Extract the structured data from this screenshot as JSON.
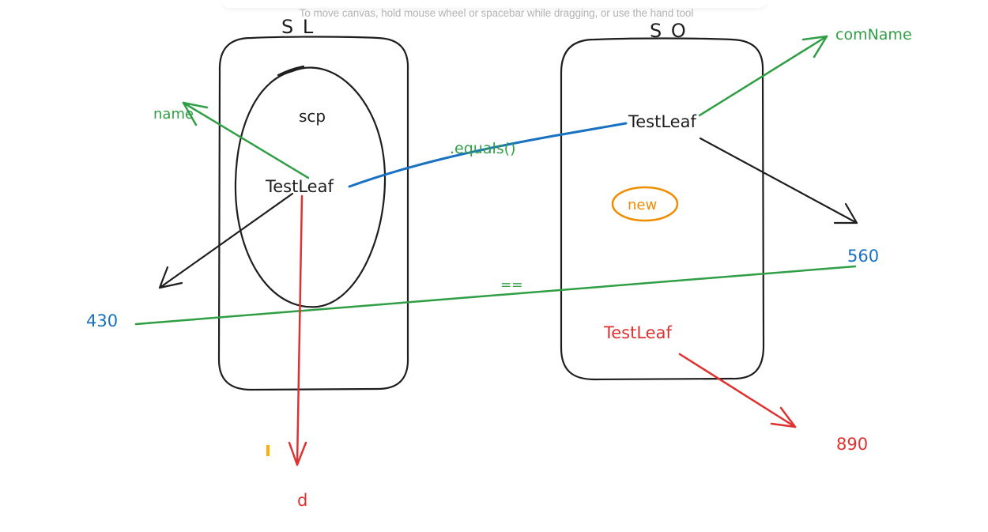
{
  "hint": "To move canvas, hold mouse wheel or spacebar while dragging, or use the hand tool",
  "colors": {
    "black": "#1e1e1e",
    "green": "#2f9e44",
    "blue": "#1971c2",
    "red": "#e03131",
    "orange": "#f08c00",
    "yellow": "#fab005"
  },
  "canvas": {
    "sl_label": "S L",
    "so_label": "S O",
    "scp_label": "scp",
    "testleaf_sl": "TestLeaf",
    "testleaf_so": "TestLeaf",
    "testleaf_red": "TestLeaf",
    "name_label": "name",
    "comname_label": "comName",
    "equals_label": ".equals()",
    "eqeq_label": "==",
    "new_label": "new",
    "num_430": "430",
    "num_560": "560",
    "num_890": "890",
    "d_label": "d"
  }
}
